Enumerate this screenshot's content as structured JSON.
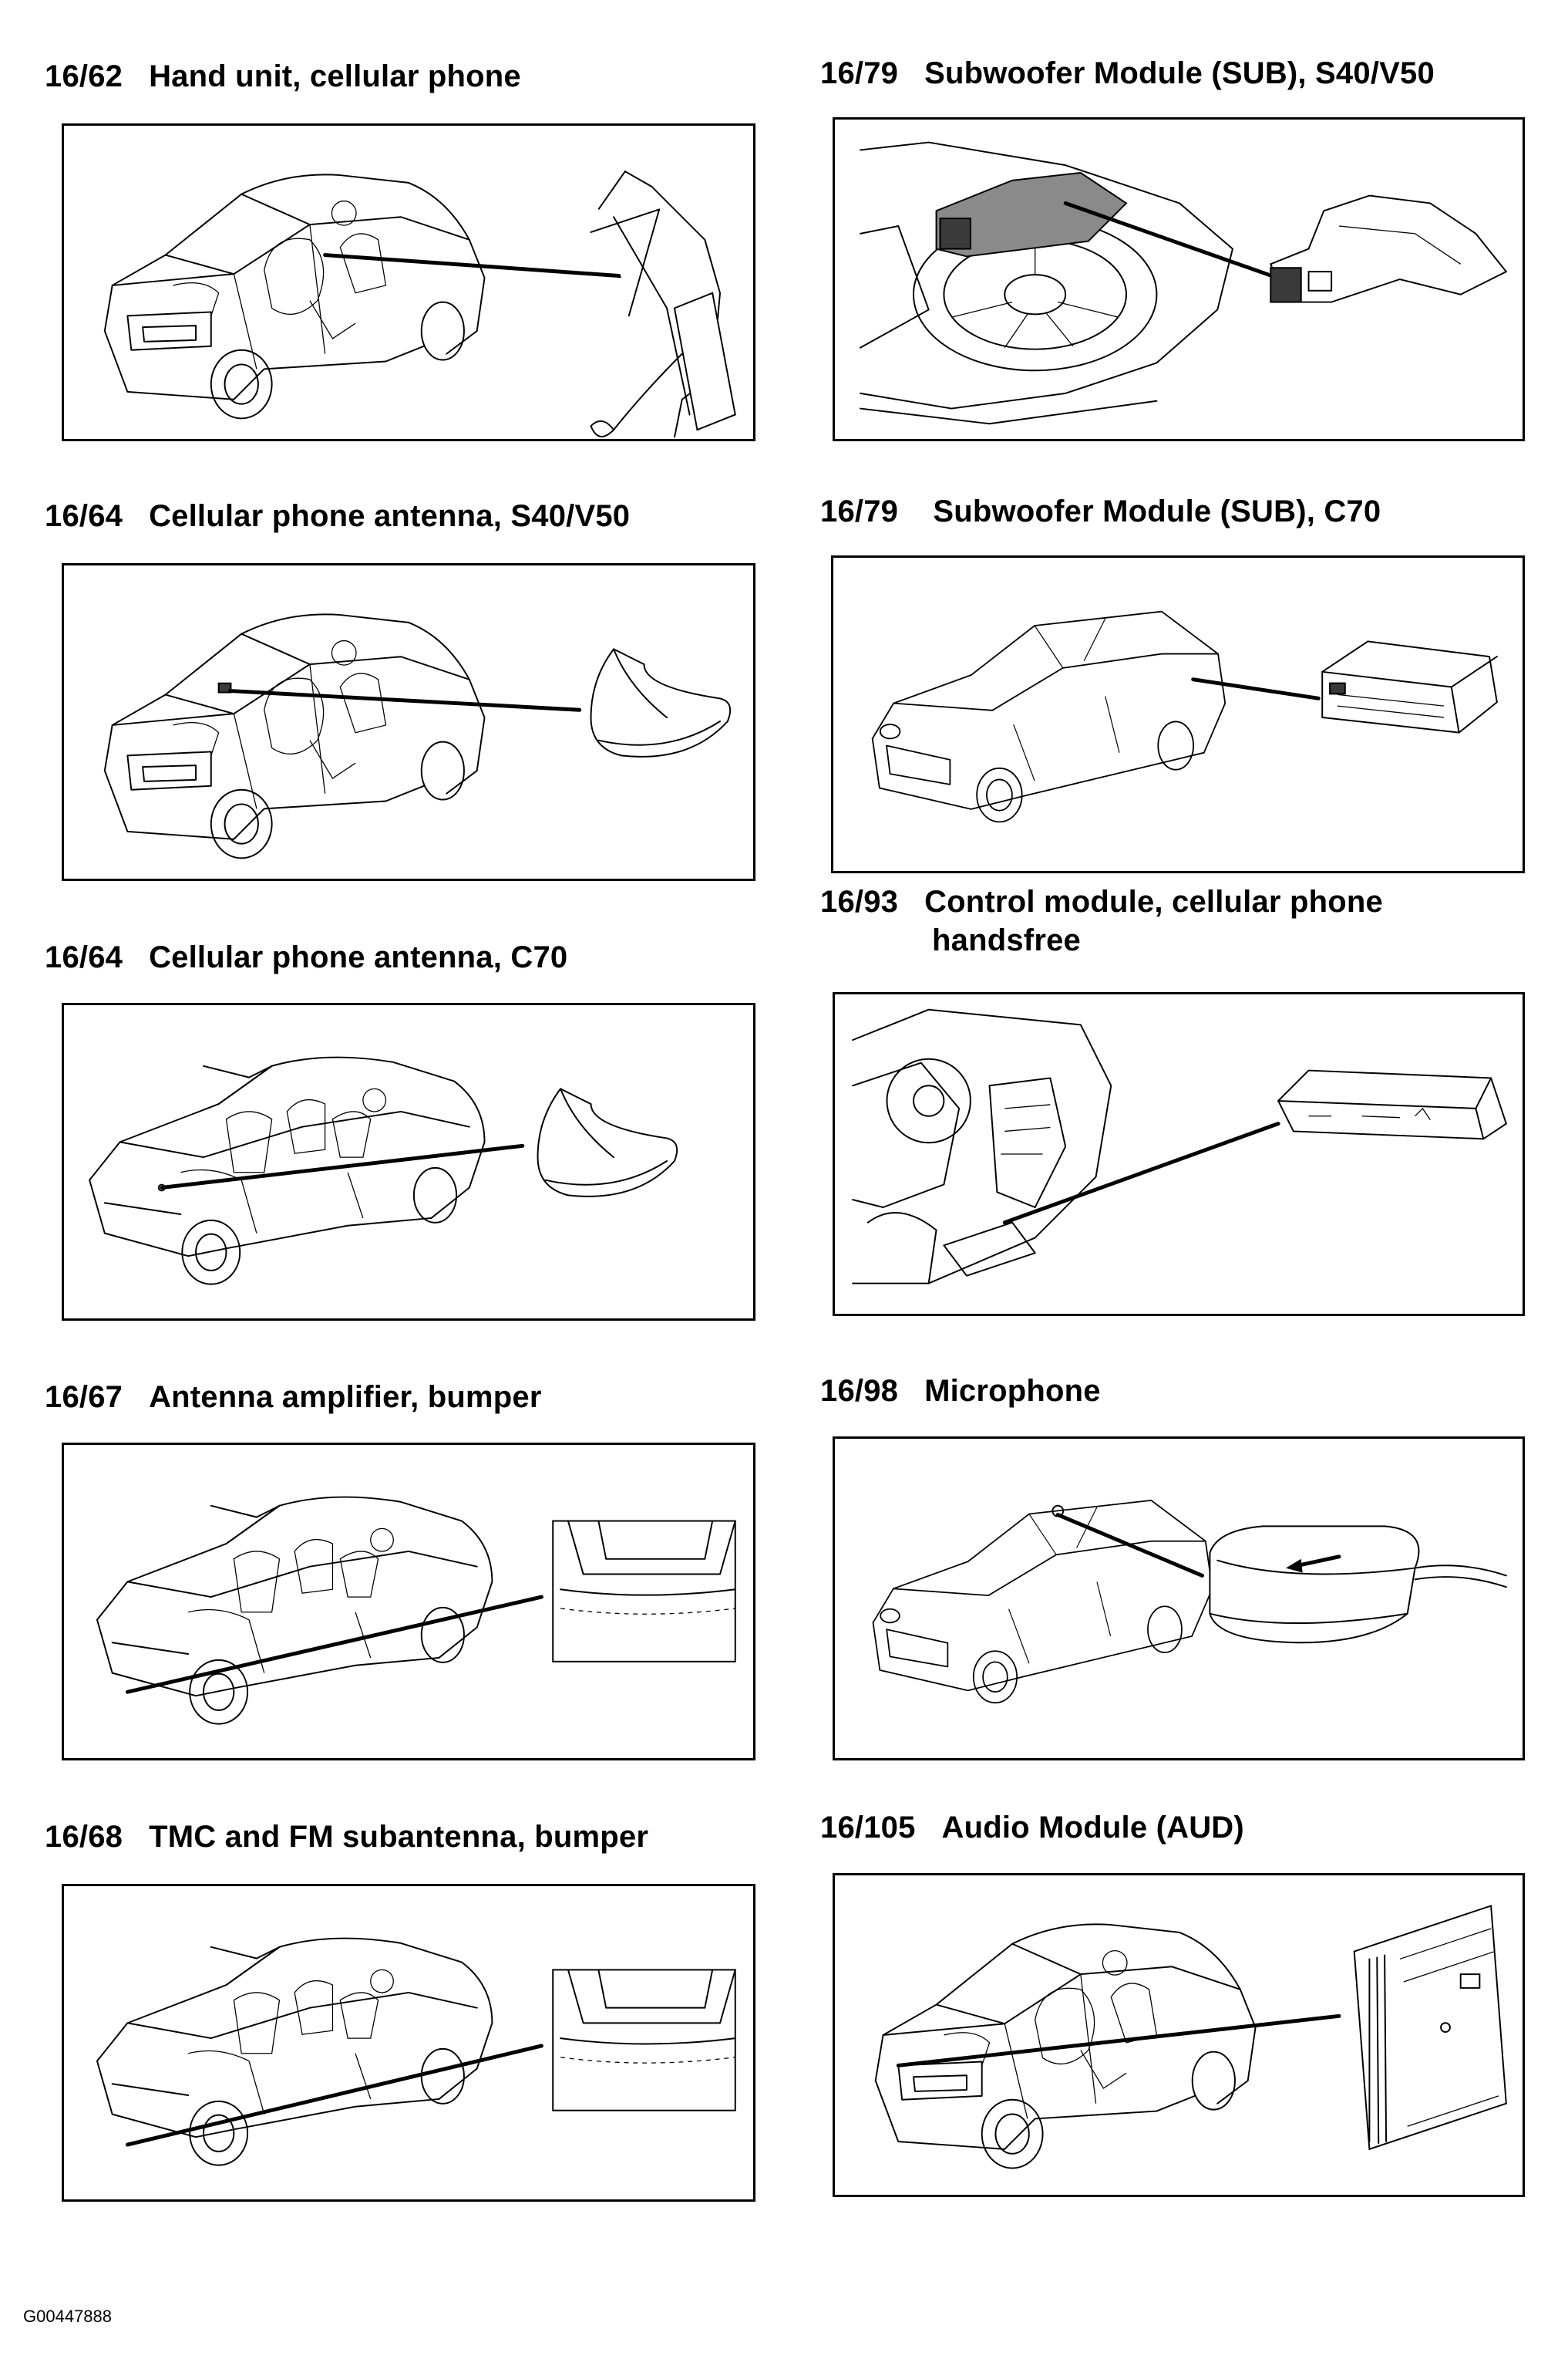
{
  "panels": [
    {
      "code": "16/62",
      "name": "Hand unit, cellular phone"
    },
    {
      "code": "16/79",
      "name": "Subwoofer Module (SUB), S40/V50"
    },
    {
      "code": "16/64",
      "name": "Cellular phone antenna, S40/V50"
    },
    {
      "code": "16/79",
      "name": "Subwoofer Module (SUB), C70"
    },
    {
      "code": "16/64",
      "name": "Cellular phone antenna, C70"
    },
    {
      "code": "16/93",
      "name": "Control module, cellular phone",
      "name_line2": "handsfree"
    },
    {
      "code": "16/67",
      "name": "Antenna amplifier, bumper"
    },
    {
      "code": "16/98",
      "name": "Microphone"
    },
    {
      "code": "16/68",
      "name": "TMC and FM subantenna, bumper"
    },
    {
      "code": "16/105",
      "name": "Audio Module (AUD)"
    }
  ],
  "footer": {
    "id": "G00447888"
  }
}
